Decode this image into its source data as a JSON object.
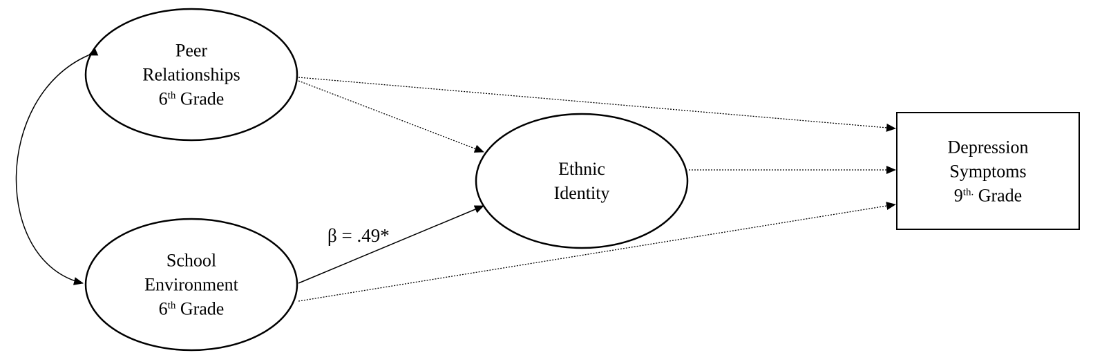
{
  "nodes": {
    "peer": {
      "line1": "Peer",
      "line2": "Relationships",
      "line3_num": "6",
      "line3_sup": "th",
      "line3_rest": " Grade"
    },
    "school": {
      "line1": "School",
      "line2": "Environment",
      "line3_num": "6",
      "line3_sup": "th",
      "line3_rest": " Grade"
    },
    "ethnic": {
      "line1": "Ethnic",
      "line2": "Identity"
    },
    "depression": {
      "line1": "Depression",
      "line2": "Symptoms",
      "line3_num": "9",
      "line3_sup": "th.",
      "line3_rest": " Grade"
    }
  },
  "paths": {
    "school_to_ethnic_label": "β = .49*"
  }
}
